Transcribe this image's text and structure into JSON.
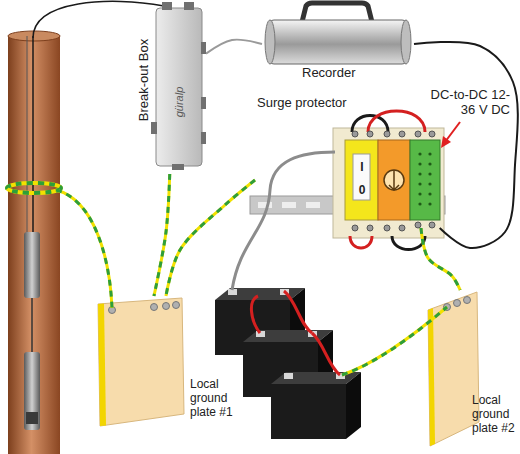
{
  "diagram": {
    "nodes": [
      {
        "text": [
          "Break-out Box",
          "güralp"
        ]
      },
      {
        "text": [
          "Recorder"
        ]
      },
      {
        "text": [
          "Surge protector"
        ]
      },
      {
        "text": [
          "DC-to-DC 12-36 V DC"
        ]
      },
      {
        "text": [
          "Local ground plate #1"
        ]
      },
      {
        "text": [
          "Local ground plate #2"
        ]
      }
    ],
    "edges": [
      {
        "from": 0,
        "to": 1,
        "arrow": "none"
      },
      {
        "from": 1,
        "to": 3,
        "arrow": "none"
      },
      {
        "from": 0,
        "to": 4,
        "arrow": "none"
      },
      {
        "from": 2,
        "to": 4,
        "arrow": "none"
      },
      {
        "from": 3,
        "to": 5,
        "arrow": "none"
      }
    ],
    "labels": [
      "I",
      "0"
    ]
  }
}
